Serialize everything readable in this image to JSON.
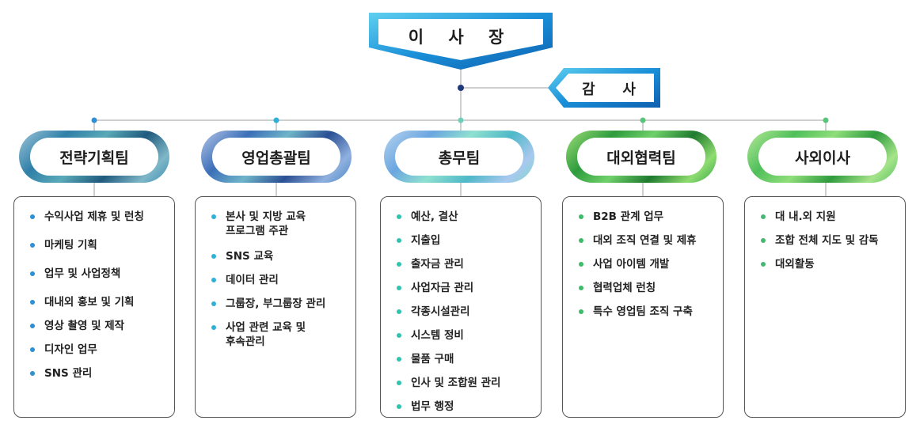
{
  "head": {
    "title": "이 사 장",
    "color": "#1a8fd8"
  },
  "audit": {
    "title": "감   사",
    "color": "#1a8fd8"
  },
  "teams": [
    {
      "name": "전략기획팀",
      "dot_color": "#2f8fd0",
      "items": [
        "수익사업 제휴 및 런칭",
        "마케팅 기획",
        "업무 및 사업정책",
        "대내외 홍보 및 기획",
        "영상 촬영 및 제작",
        "디자인 업무",
        "SNS 관리"
      ]
    },
    {
      "name": "영업총괄팀",
      "dot_color": "#2fb0d8",
      "items": [
        "본사 및 지방 교육\n프로그램 주관",
        "SNS 교육",
        "데이터 관리",
        "그룹장, 부그룹장 관리",
        "사업 관련 교육 및\n후속관리"
      ]
    },
    {
      "name": "총무팀",
      "dot_color": "#2ec4b0",
      "items": [
        "예산, 결산",
        "지출입",
        "출자금 관리",
        "사업자금 관리",
        "각종시설관리",
        "시스템 정비",
        "물품 구매",
        "인사 및 조합원 관리",
        "법무 행정"
      ]
    },
    {
      "name": "대외협력팀",
      "dot_color": "#3dbb6a",
      "items": [
        "B2B 관계 업무",
        "대외 조직 연결 및 제휴",
        "사업 아이템 개발",
        "협력업체 런칭",
        "특수 영업팀 조직 구축"
      ]
    },
    {
      "name": "사외이사",
      "dot_color": "#44b870",
      "items": [
        "대 내.외 지원",
        "조합 전체 지도 및 감독",
        "대외활동"
      ]
    }
  ]
}
